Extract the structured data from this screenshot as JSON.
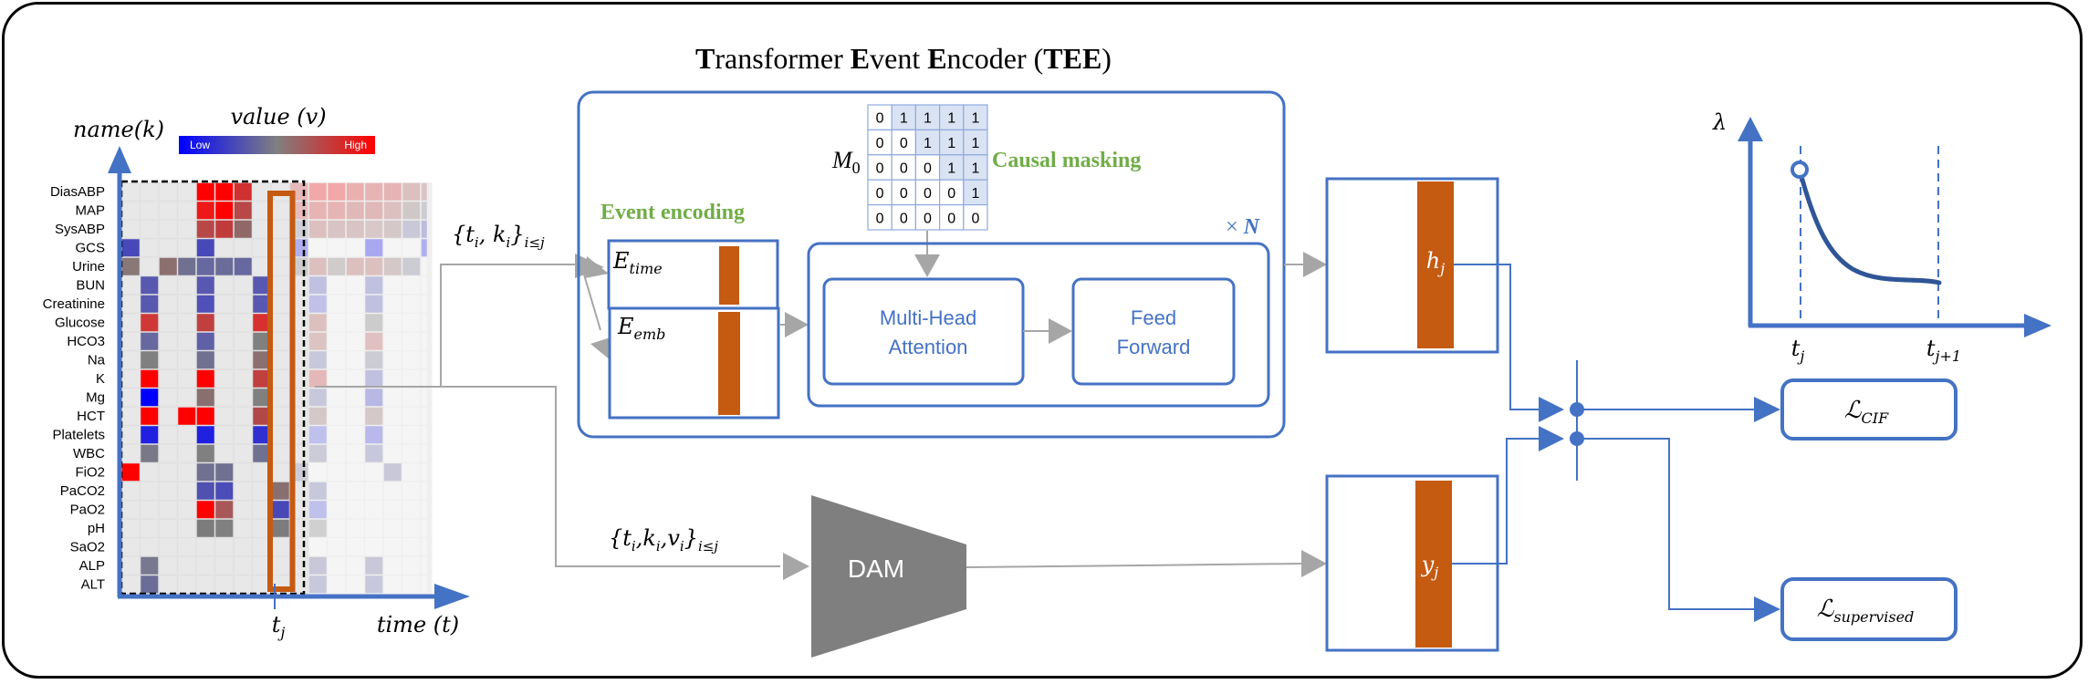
{
  "title": {
    "parts": [
      {
        "text": "T",
        "bold": true
      },
      {
        "text": "ransformer ",
        "bold": false
      },
      {
        "text": "E",
        "bold": true
      },
      {
        "text": "vent ",
        "bold": false
      },
      {
        "text": "E",
        "bold": true
      },
      {
        "text": "ncoder (",
        "bold": false
      },
      {
        "text": "TEE",
        "bold": true
      },
      {
        "text": ")",
        "bold": false
      }
    ]
  },
  "heatmap": {
    "y_axis_label": "name(k)",
    "x_axis_label": "time (t)",
    "colorbar_label": "value (v)",
    "colorbar_low": "Low",
    "colorbar_high": "High",
    "colorbar_colors": [
      "#0000ff",
      "#808080",
      "#ff0000"
    ],
    "tick_label": "t",
    "tick_sub": "j",
    "highlight_column": 8,
    "observed_columns": 10,
    "total_columns": 17,
    "rows": [
      {
        "name": "DiasABP",
        "cells": {
          "4": "#ff0000",
          "5": "#ff0000",
          "6": "#d03030",
          "9": "#e8b8b8",
          "10": "#f2a8a8",
          "11": "#f2a8a8",
          "12": "#eab0b0",
          "13": "#e6b4b4",
          "14": "#e6b4b4",
          "15": "#dcc0c0",
          "16": "#dcc4c4"
        }
      },
      {
        "name": "MAP",
        "cells": {
          "4": "#ee1818",
          "5": "#ff0000",
          "6": "#b84848",
          "9": "#e8bcbc",
          "10": "#e6b4b4",
          "11": "#e6b4b4",
          "12": "#e0b8b8",
          "13": "#e0b8b8",
          "14": "#dcc0c0",
          "15": "#d0c8c8",
          "16": "#ccccd4"
        }
      },
      {
        "name": "SysABP",
        "cells": {
          "4": "#b84848",
          "5": "#c03c3c",
          "6": "#906868",
          "9": "#d0d0d8",
          "10": "#dcc0c0",
          "11": "#d8c4c4",
          "12": "#d8c4c4",
          "13": "#d8c8c8",
          "14": "#d4c8c8",
          "15": "#c8c8d8",
          "16": "#bcbcdc"
        }
      },
      {
        "name": "GCS",
        "cells": {
          "0": "#4848b8",
          "4": "#4848b8",
          "9": "#b0b0f0",
          "13": "#a8a8f0",
          "16": "#b0b0f0"
        }
      },
      {
        "name": "Urine",
        "cells": {
          "0": "#887878",
          "2": "#8c7070",
          "3": "#707090",
          "4": "#6868a0",
          "5": "#6c6c98",
          "6": "#6868a0",
          "9": "#cccccc",
          "10": "#dcc0c0",
          "11": "#d0cccc",
          "12": "#dcc0c0",
          "13": "#dcc0c0",
          "14": "#d4c8c8",
          "15": "#ccccd4"
        }
      },
      {
        "name": "BUN",
        "cells": {
          "1": "#5858b0",
          "4": "#5858b0",
          "7": "#5858b0",
          "10": "#c0c0e0",
          "13": "#c0c0e0"
        }
      },
      {
        "name": "Creatinine",
        "cells": {
          "1": "#5858b0",
          "4": "#5050b8",
          "7": "#5858b0",
          "10": "#c0c0e8",
          "13": "#c0c0e0"
        }
      },
      {
        "name": "Glucose",
        "cells": {
          "1": "#d03838",
          "4": "#c04040",
          "7": "#d83030",
          "10": "#dcc0c0",
          "13": "#cccccc"
        }
      },
      {
        "name": "HCO3",
        "cells": {
          "1": "#6868a0",
          "4": "#6060a8",
          "7": "#808080",
          "10": "#dcc4c4",
          "13": "#e0c0c0"
        }
      },
      {
        "name": "Na",
        "cells": {
          "1": "#808080",
          "4": "#707090",
          "7": "#8c7070",
          "10": "#c8c8dc",
          "13": "#ccccd4"
        }
      },
      {
        "name": "K",
        "cells": {
          "1": "#ff0000",
          "4": "#ff0000",
          "7": "#c04040",
          "10": "#e4b8b8",
          "13": "#c0c0e0"
        }
      },
      {
        "name": "Mg",
        "cells": {
          "1": "#0000ff",
          "4": "#887070",
          "7": "#808080",
          "10": "#c8c8dc",
          "13": "#b8b8e4"
        }
      },
      {
        "name": "HCT",
        "cells": {
          "1": "#ff0000",
          "3": "#ff0000",
          "4": "#ff0000",
          "7": "#b04848",
          "10": "#d4c8c8",
          "13": "#d4c8c8"
        }
      },
      {
        "name": "Platelets",
        "cells": {
          "1": "#2020e0",
          "4": "#2020e0",
          "7": "#3030d0",
          "10": "#c0c0ec",
          "13": "#b8b8ec"
        }
      },
      {
        "name": "WBC",
        "cells": {
          "1": "#787888",
          "4": "#808080",
          "7": "#707090",
          "10": "#ccccd8",
          "13": "#c8c8dc"
        }
      },
      {
        "name": "FiO2",
        "cells": {
          "0": "#ff0000",
          "4": "#707090",
          "5": "#707090",
          "9": "#ccccd8",
          "14": "#c8c8d8"
        }
      },
      {
        "name": "PaCO2",
        "cells": {
          "4": "#5050b0",
          "5": "#4c4cb8",
          "8": "#887070",
          "10": "#c8c8dc"
        }
      },
      {
        "name": "PaO2",
        "cells": {
          "4": "#ff0000",
          "5": "#a85858",
          "8": "#4848b8",
          "10": "#c0c0ec"
        }
      },
      {
        "name": "pH",
        "cells": {
          "4": "#7c7c7c",
          "5": "#808080",
          "8": "#7c7c7c",
          "10": "#d0d0d0"
        }
      },
      {
        "name": "SaO2",
        "cells": {}
      },
      {
        "name": "ALP",
        "cells": {
          "1": "#787890",
          "10": "#c8c8d8",
          "13": "#c8c8d8"
        }
      },
      {
        "name": "ALT",
        "cells": {
          "1": "#6c6c98",
          "10": "#c8c8dc",
          "13": "#c8c8dc"
        }
      }
    ]
  },
  "inputs": {
    "tee_input": {
      "main": "{t",
      "s1": "i",
      "m2": ", k",
      "s2": "i",
      "m3": "}",
      "s3": "i≤j"
    },
    "dam_input": {
      "main": "{t",
      "s1": "i",
      "m2": ",k",
      "s2": "i",
      "m3": ",v",
      "s4": "i",
      "m4": "}",
      "s3": "i≤j"
    }
  },
  "tee": {
    "event_encoding_label": "Event encoding",
    "causal_masking_label": "Causal masking",
    "mask_label": "M",
    "mask_sub": "0",
    "mask_matrix": [
      [
        0,
        1,
        1,
        1,
        1
      ],
      [
        0,
        0,
        1,
        1,
        1
      ],
      [
        0,
        0,
        0,
        1,
        1
      ],
      [
        0,
        0,
        0,
        0,
        1
      ],
      [
        0,
        0,
        0,
        0,
        0
      ]
    ],
    "e_time": {
      "main": "E",
      "sub": "time"
    },
    "e_emb": {
      "main": "E",
      "sub": "emb"
    },
    "repeat_label": "× ",
    "repeat_n": "N",
    "mha_line1": "Multi-Head",
    "mha_line2": "Attention",
    "ff_line1": "Feed",
    "ff_line2": "Forward"
  },
  "dam": {
    "label": "DAM"
  },
  "outputs": {
    "h": {
      "main": "h",
      "sub": "j"
    },
    "y": {
      "main": "y",
      "sub": "j"
    },
    "loss_cif": {
      "main": "ℒ",
      "sub": "CIF"
    },
    "loss_supervised": {
      "main": "ℒ",
      "sub": "supervised"
    }
  },
  "intensity_plot": {
    "y_label": "λ",
    "tick1": {
      "main": "t",
      "sub": "j"
    },
    "tick2": {
      "main": "t",
      "sub": "j+1"
    }
  },
  "colors": {
    "blue": "#4472c4",
    "orange": "#c55a11",
    "gray_arrow": "#a6a6a6",
    "green": "#70ad47",
    "dam_gray": "#7f7f7f",
    "curve": "#2f5597"
  }
}
